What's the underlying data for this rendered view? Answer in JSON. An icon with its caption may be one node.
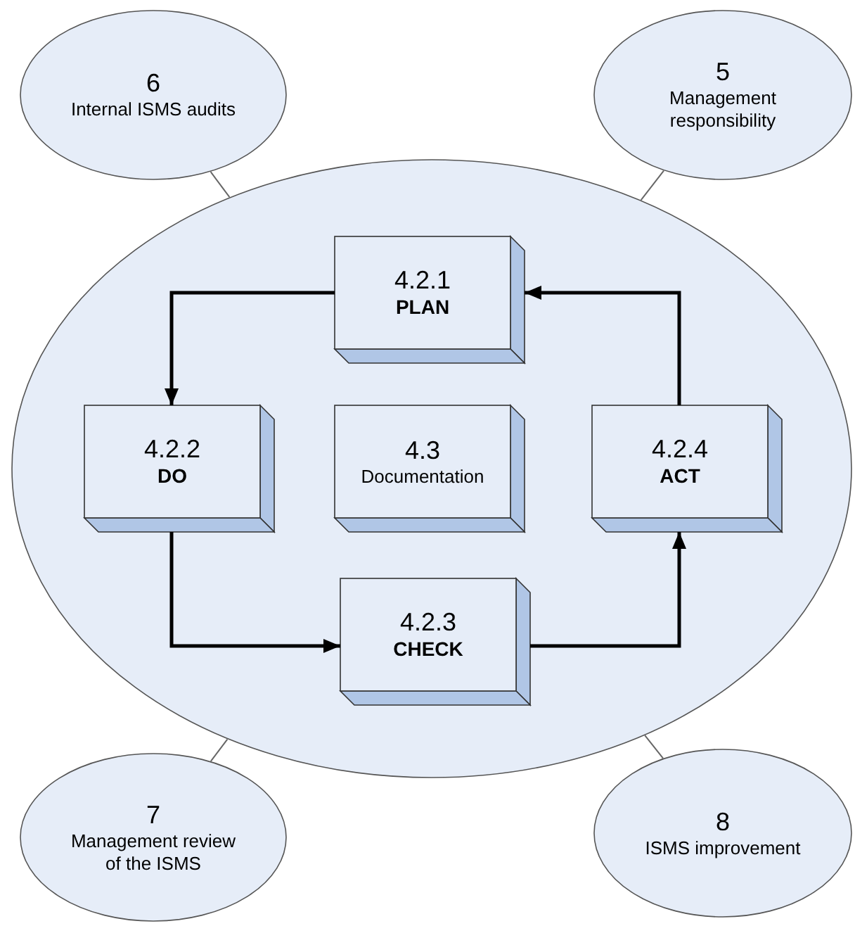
{
  "diagram": {
    "nodes": [
      {
        "text": [
          "6",
          "Internal ISMS audits"
        ]
      },
      {
        "text": [
          "5",
          "Management responsibility"
        ]
      },
      {
        "text": [],
        "shape": "ellipse"
      },
      {
        "text": [
          "4.2.1",
          "**PLAN**"
        ],
        "in": 2
      },
      {
        "text": [
          "4.2.2",
          "**DO**"
        ],
        "in": 2
      },
      {
        "text": [
          "4.3",
          "Documentation"
        ],
        "in": 2
      },
      {
        "text": [
          "4.2.4",
          "**ACT**"
        ],
        "in": 2
      },
      {
        "text": [
          "4.2.3",
          "**CHECK**"
        ],
        "in": 2
      },
      {
        "text": [
          "7",
          "Management review of the ISMS"
        ]
      },
      {
        "text": [
          "8",
          "ISMS improvement"
        ]
      }
    ],
    "edges": [
      {
        "from": 0,
        "to": 2,
        "arrow": "none",
        "color": "#666666"
      },
      {
        "from": 1,
        "to": 2,
        "arrow": "none",
        "color": "#666666"
      },
      {
        "from": 8,
        "to": 2,
        "arrow": "none",
        "color": "#666666"
      },
      {
        "from": 9,
        "to": 2,
        "arrow": "none",
        "color": "#666666"
      },
      {
        "from": 3,
        "to": 4,
        "arrow": "to",
        "style": "thick",
        "color": "#000000"
      },
      {
        "from": 4,
        "to": 7,
        "arrow": "to",
        "style": "thick",
        "color": "#000000"
      },
      {
        "from": 7,
        "to": 6,
        "arrow": "to",
        "style": "thick",
        "color": "#000000"
      },
      {
        "from": 6,
        "to": 3,
        "arrow": "to",
        "style": "thick",
        "color": "#000000"
      }
    ]
  }
}
